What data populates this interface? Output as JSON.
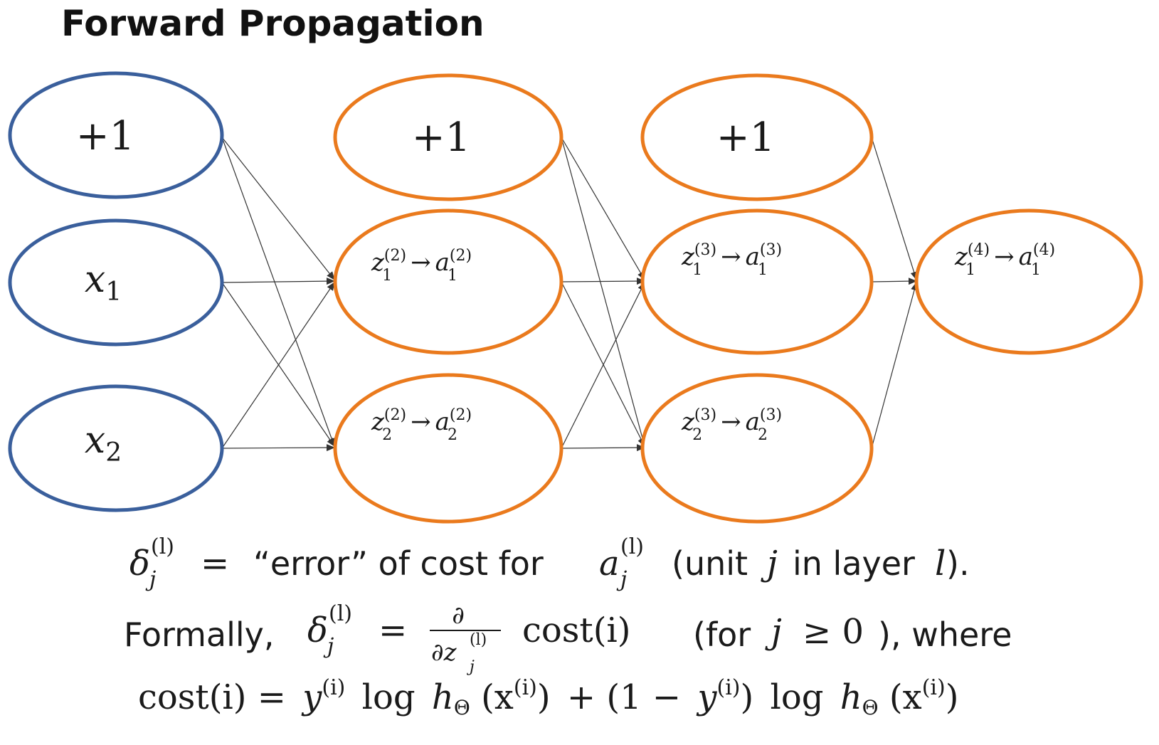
{
  "title": "Forward Propagation",
  "colors": {
    "input_stroke": "#3a5f9c",
    "unit_stroke": "#ea7a1d",
    "edge": "#333333"
  },
  "nodes": {
    "input_bias": "+1",
    "input_x1": {
      "base": "x",
      "sub": "1"
    },
    "input_x2": {
      "base": "x",
      "sub": "2"
    },
    "layer2_bias": "+1",
    "layer3_bias": "+1",
    "arrow": "→",
    "z12": {
      "z": "z",
      "sub": "1",
      "sup": "(2)",
      "a": "a"
    },
    "z22": {
      "z": "z",
      "sub": "2",
      "sup": "(2)",
      "a": "a"
    },
    "z13": {
      "z": "z",
      "sub": "1",
      "sup": "(3)",
      "a": "a"
    },
    "z23": {
      "z": "z",
      "sub": "2",
      "sup": "(3)",
      "a": "a"
    },
    "z14": {
      "z": "z",
      "sub": "1",
      "sup": "(4)",
      "a": "a"
    }
  },
  "text": {
    "line1": {
      "delta": "δ",
      "sup": "(l)",
      "sub": "j",
      "eq": "=",
      "middle": "“error” of cost for",
      "a": "a",
      "a_sup": "(l)",
      "a_sub": "j",
      "unit_open": "(unit",
      "j": "j",
      "in_layer": "in layer",
      "l": "l",
      "close": ")."
    },
    "line2": {
      "formally": "Formally,",
      "delta": "δ",
      "sup": "(l)",
      "sub": "j",
      "eq": "=",
      "partial_num": "∂",
      "partial_den": "∂z",
      "den_sup": "(l)",
      "den_sub": "j",
      "cost": "cost(i)",
      "for_open": "(for",
      "j": "j",
      "geq": "≥ 0",
      "where": "), where"
    },
    "line3": {
      "cost": "cost(i) =",
      "y": "y",
      "sup_i": "(i)",
      "log1": "log",
      "h": "h",
      "theta": "Θ",
      "x_open": "(x",
      "close1": ")",
      "plus": "+ (1 −",
      "close2": ")",
      "log2": "log",
      "close3": ")"
    }
  }
}
